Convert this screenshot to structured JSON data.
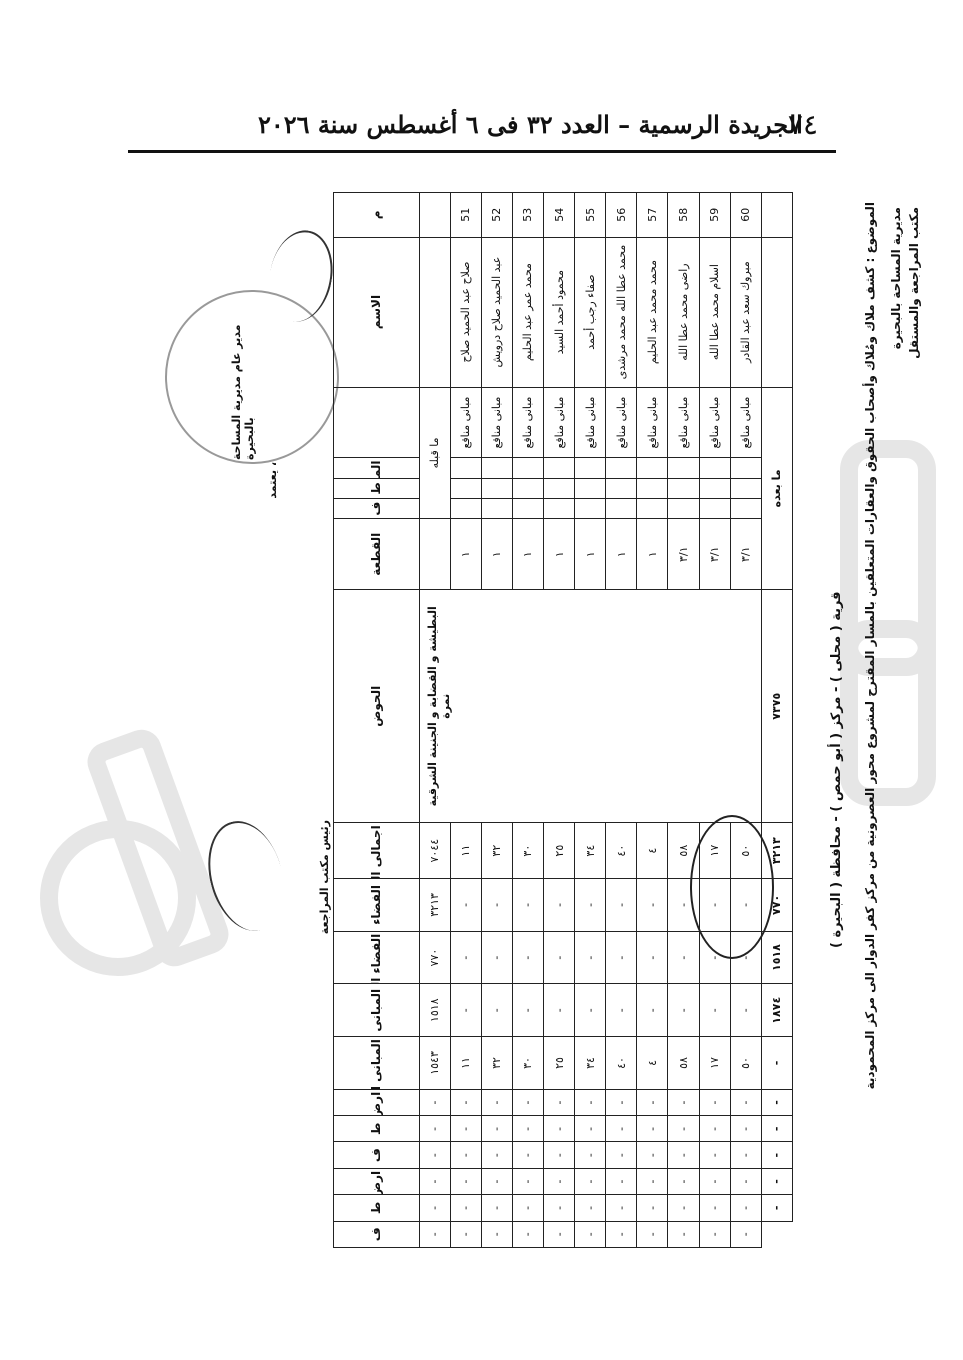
{
  "header": {
    "page_number": "٧٤",
    "title": "الجريدة الرسمية – العدد ٣٢ فى ٦ أغسطس سنة ٢٠٢٦"
  },
  "document": {
    "topic": "الموضوع : كشف ملاك ومُلاك وأصحاب الحقوق والعقارات المتعلقين بالمسار المقترح لمشروع محور العصرونية من مركز كفر الدوار الى مركز المحمودية",
    "department_1": "مديرية المساحة بالبحيرة",
    "department_2": "مكتب المراجعة والمستقل",
    "village": "قرية ( محلى ) - مركز ( أبو حمص ) - محافظة ( البحيرة )",
    "columns": [
      "م",
      "الاسم",
      "",
      "المسطح س",
      "ط",
      "ف",
      "القطعة",
      "الحوض",
      "اجمالى المساحة (م٢)",
      "الفضاء",
      "الفضاء المنافع",
      "المبانى",
      "المبانى المنافع",
      "ارض زراعية س",
      "ط",
      "ف",
      "ارض زراعية منافع س",
      "ط",
      "ف"
    ],
    "basin": "البطيشة و القضابة و الجنينة الشرقية نمرة",
    "carried": "ما قبله",
    "rows": [
      {
        "no": "51",
        "name": "صلاح عبد الحميد صلاح",
        "type": "مبانى منافع",
        "plot": "١",
        "total": "١١",
        "built": "١١"
      },
      {
        "no": "52",
        "name": "عبد الحميد صلاح درويش",
        "type": "مبانى منافع",
        "plot": "١",
        "total": "٣٢",
        "built": "٣٢"
      },
      {
        "no": "53",
        "name": "محمد عمر عبد الحليم",
        "type": "مبانى منافع",
        "plot": "١",
        "total": "٣٠",
        "built": "٣٠"
      },
      {
        "no": "54",
        "name": "محمود أحمد السيد",
        "type": "مبانى منافع",
        "plot": "١",
        "total": "٢٥",
        "built": "٢٥"
      },
      {
        "no": "55",
        "name": "صفاء رجب أحمد",
        "type": "مبانى منافع",
        "plot": "١",
        "total": "٣٤",
        "built": "٣٤"
      },
      {
        "no": "56",
        "name": "محمد عطا الله محمد مرشدى",
        "type": "مبانى منافع",
        "plot": "١",
        "total": "٤٠",
        "built": "٤٠"
      },
      {
        "no": "57",
        "name": "محمد محمد عبد الحليم",
        "type": "مبانى منافع",
        "plot": "١",
        "total": "٤",
        "built": "٤"
      },
      {
        "no": "58",
        "name": "راضى محمد عطا الله",
        "type": "مبانى منافع",
        "plot": "٣/١",
        "total": "٥٨",
        "built": "٥٨"
      },
      {
        "no": "59",
        "name": "اسلام محمد عطا الله",
        "type": "مبانى منافع",
        "plot": "٣/١",
        "total": "١٧",
        "built": "١٧"
      },
      {
        "no": "60",
        "name": "مبروك سعد عبد القادر",
        "type": "مبانى منافع",
        "plot": "٣/١",
        "total": "٥٠",
        "built": "٥٠"
      }
    ],
    "first_total": "٧٠٤٤",
    "first_space": "٣٢١٣",
    "first_space_benefit": "٧٧٠",
    "first_buildings": "١٥١٨",
    "first_buildings_benefit": "١٥٤٣",
    "totals": {
      "label": "ما بعده",
      "total": "٧٣٧٥",
      "space": "٣٢١٣",
      "space_benefit": "٧٧٠",
      "buildings": "١٥١٨",
      "buildings_benefit": "١٨٧٤"
    },
    "dash": "-",
    "approve_label": "يعتمد ،",
    "approver": "مدير عام مديرية المساحة بالبحيرة",
    "reviewer": "رئيس مكتب المراجعة"
  }
}
